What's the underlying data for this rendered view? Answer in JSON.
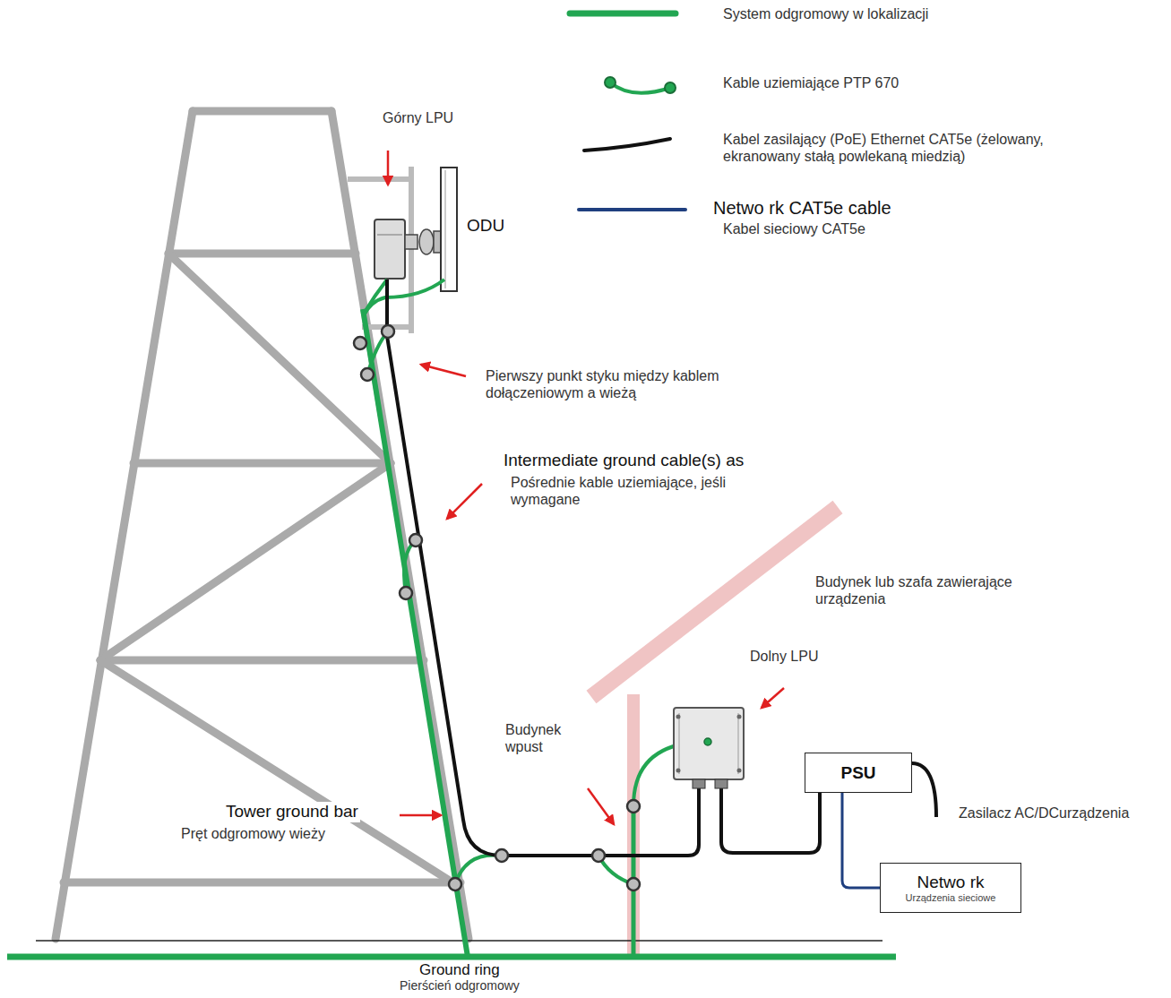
{
  "diagram": {
    "nodes": [
      {
        "text": [
          "PSU"
        ]
      },
      {
        "text": [
          "Netwo rk",
          "Urządzenia sieciowe"
        ]
      }
    ],
    "edges": [
      {
        "from": 0,
        "to": 1,
        "arrow": "none"
      }
    ],
    "labels": [
      "Górny LPU",
      "ODU",
      "Pierwszy punkt styku między kablem dołączeniowym a wieżą",
      "Netwo rk CAT5e cable",
      "Intermediate ground cable(s) as",
      "Pośrednie kable uziemiające, jeśli wymagane",
      "Budynek lub szafa zawierające urządzenia",
      "Dolny LPU",
      "Budynek wpust",
      "Tower ground bar",
      "Pręt odgromowy wieży",
      "Zasilacz AC/DCurządzenia",
      "Ground ring",
      "Pierścień odgromowy"
    ],
    "legend": [
      {
        "text": "System odgromowy w lokalizacji"
      },
      {
        "text": "Kable uziemiające PTP 670"
      },
      {
        "text": "Kabel zasilający (PoE) Ethernet CAT5e (żelowany, ekranowany stałą powlekaną miedzią)"
      },
      {
        "text": "Kabel sieciowy CAT5e"
      }
    ]
  }
}
